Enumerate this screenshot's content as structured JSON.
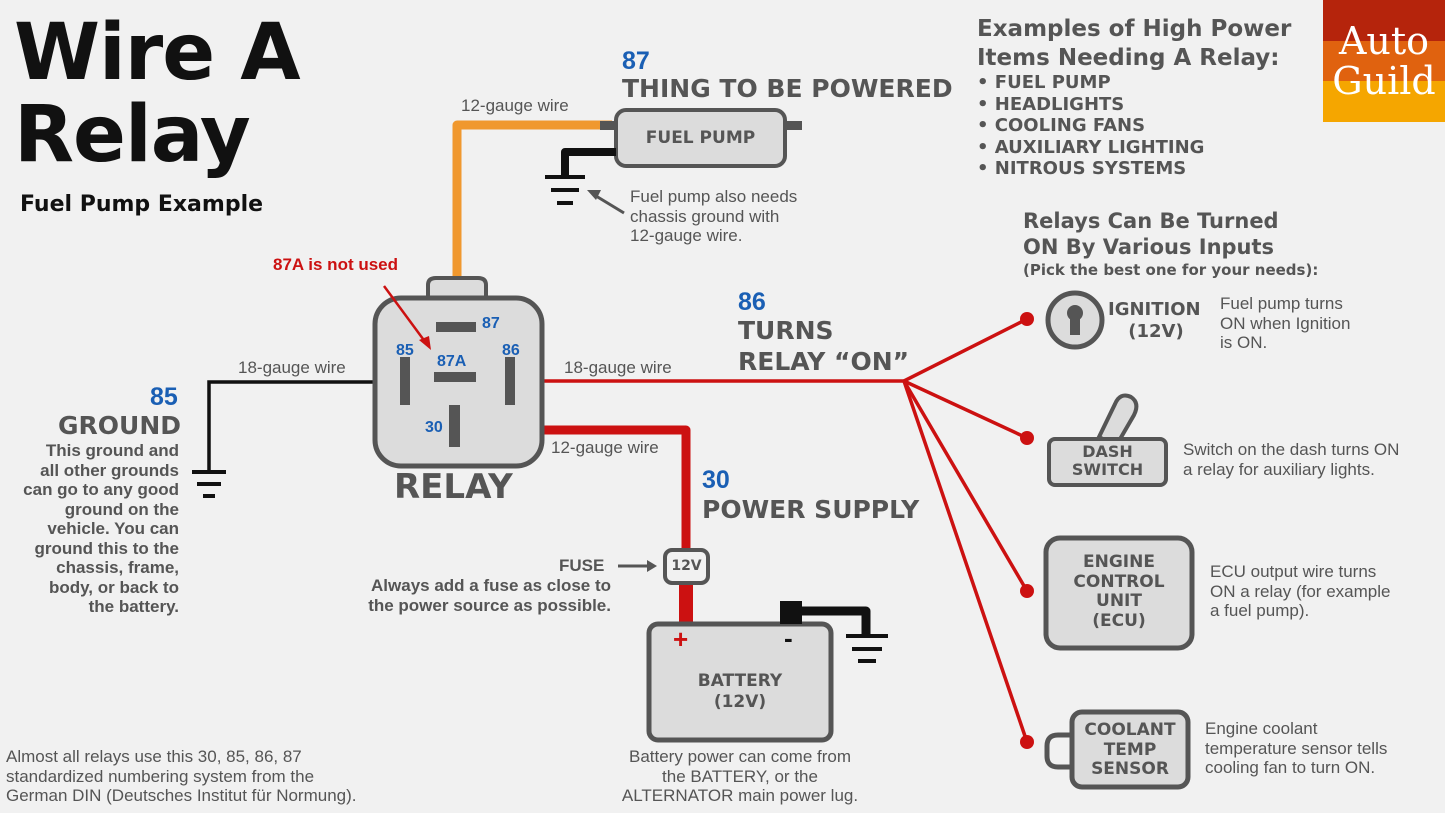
{
  "title_line1": "Wire A",
  "title_line2": "Relay",
  "subtitle": "Fuel Pump Example",
  "logo": {
    "line1": "Auto",
    "line2": "Guild",
    "colors": [
      "#b5240c",
      "#e0620f",
      "#f5a600"
    ]
  },
  "colors": {
    "power_wire": "#cc1111",
    "load_wire": "#f0982e",
    "ground_wire": "#111111",
    "outline": "#555555",
    "pin_number": "#1a5fb4"
  },
  "relay": {
    "label": "RELAY",
    "pins": [
      "87",
      "85",
      "87A",
      "86",
      "30"
    ],
    "not_used_note": "87A is not used"
  },
  "load": {
    "pin": "87",
    "heading": "THING TO BE POWERED",
    "device": "FUEL PUMP",
    "wire": "12-gauge wire",
    "ground_note": "Fuel pump also needs\nchassis ground with\n12-gauge wire."
  },
  "ground": {
    "pin": "85",
    "heading": "GROUND",
    "wire": "18-gauge wire",
    "note": "This ground and\nall other grounds\ncan go to any good\nground on the\nvehicle.  You can\nground this to the\nchassis, frame,\nbody, or back to\nthe battery."
  },
  "trigger": {
    "pin": "86",
    "heading_line1": "TURNS",
    "heading_line2": "RELAY “ON”",
    "wire": "18-gauge wire"
  },
  "supply": {
    "pin": "30",
    "heading": "POWER SUPPLY",
    "wire": "12-gauge wire",
    "fuse_label": "FUSE",
    "fuse_rating": "12V",
    "fuse_note": "Always add a fuse as close to\nthe power source as possible."
  },
  "battery": {
    "label": "BATTERY",
    "voltage": "(12V)",
    "plus": "+",
    "minus": "-",
    "note": "Battery power can come from\nthe BATTERY, or the\nALTERNATOR main power lug."
  },
  "din_note": "Almost all relays use this 30, 85, 86, 87\nstandardized numbering system from the\nGerman DIN (Deutsches Institut für Normung).",
  "examples": {
    "heading_line1": "Examples of High Power",
    "heading_line2": "Items Needing A Relay:",
    "items": [
      "FUEL PUMP",
      "HEADLIGHTS",
      "COOLING FANS",
      "AUXILIARY LIGHTING",
      "NITROUS SYSTEMS"
    ]
  },
  "inputs": {
    "heading_line1": "Relays Can Be Turned",
    "heading_line2": "ON By Various Inputs",
    "hint": "(Pick the best one for your needs):",
    "ignition": {
      "label": "IGNITION",
      "voltage": "(12V)",
      "note": "Fuel pump turns\nON when Ignition\nis ON."
    },
    "dash": {
      "label": "DASH\nSWITCH",
      "note": "Switch on the dash turns ON\na relay for auxiliary lights."
    },
    "ecu": {
      "label": "ENGINE\nCONTROL\nUNIT\n(ECU)",
      "note": "ECU output wire turns\nON a relay (for example\na fuel pump)."
    },
    "coolant": {
      "label": "COOLANT\nTEMP\nSENSOR",
      "note": "Engine coolant\ntemperature sensor tells\ncooling fan to turn ON."
    }
  }
}
